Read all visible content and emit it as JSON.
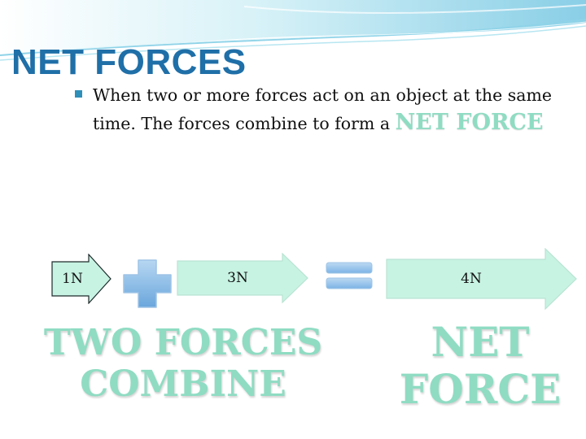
{
  "slide": {
    "title": "NET FORCES",
    "bullet": {
      "text": "When two or more forces act on an object at the same time. The forces combine to form a ",
      "emphasis": "NET FORCE"
    }
  },
  "diagram": {
    "arrow_1": {
      "label": "1N"
    },
    "plus_sign": {
      "icon": "plus-icon"
    },
    "arrow_2": {
      "label": "3N"
    },
    "equals_sign": {
      "icon": "equals-icon"
    },
    "arrow_3": {
      "label": "4N"
    },
    "caption_left": {
      "line1": "TWO FORCES",
      "line2": "COMBINE"
    },
    "caption_right": {
      "line1": "NET",
      "line2": "FORCE"
    }
  },
  "colors": {
    "title": "#1f6fa8",
    "accent_text": "#8fdcc3",
    "arrow_fill": "#c7f3e3",
    "plus_fill": "#7fb6e6",
    "equals_fill": "#8cc0ec",
    "header_swoosh": "#8fd3e8"
  }
}
